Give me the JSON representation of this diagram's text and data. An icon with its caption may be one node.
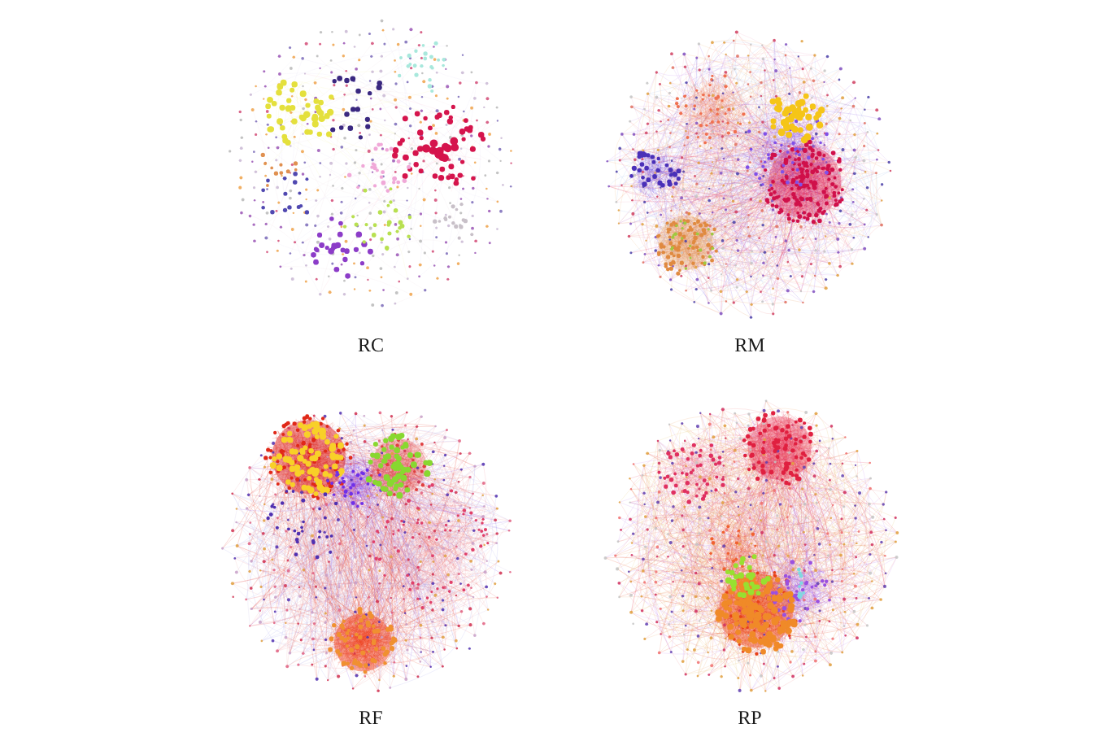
{
  "diagram": {
    "labels": [
      "RC",
      "RM",
      "RF",
      "RP"
    ]
  }
}
